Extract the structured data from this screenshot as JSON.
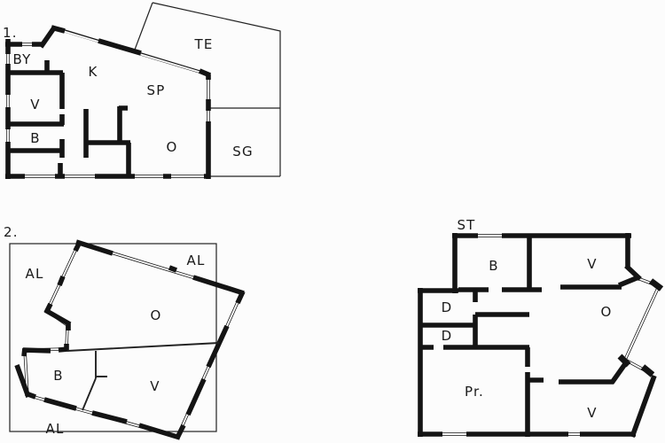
{
  "colors": {
    "wall": "#141414",
    "thin_line": "#222222",
    "background": "#fcfcfc",
    "label": "#1a1a1a"
  },
  "plans": {
    "p1": {
      "number": "1.",
      "rooms": {
        "by": "BY",
        "k": "K",
        "te": "TE",
        "v": "V",
        "sp": "SP",
        "b": "B",
        "o": "O",
        "sg": "SG"
      }
    },
    "p2": {
      "number": "2.",
      "rooms": {
        "al_nw": "AL",
        "al_ne": "AL",
        "o": "O",
        "b": "B",
        "v": "V",
        "al_s": "AL"
      }
    },
    "p3": {
      "rooms": {
        "st": "ST",
        "b": "B",
        "v_top": "V",
        "d_upper": "D",
        "o": "O",
        "d_lower": "D",
        "pr": "Pr.",
        "v_bottom": "V"
      }
    }
  }
}
